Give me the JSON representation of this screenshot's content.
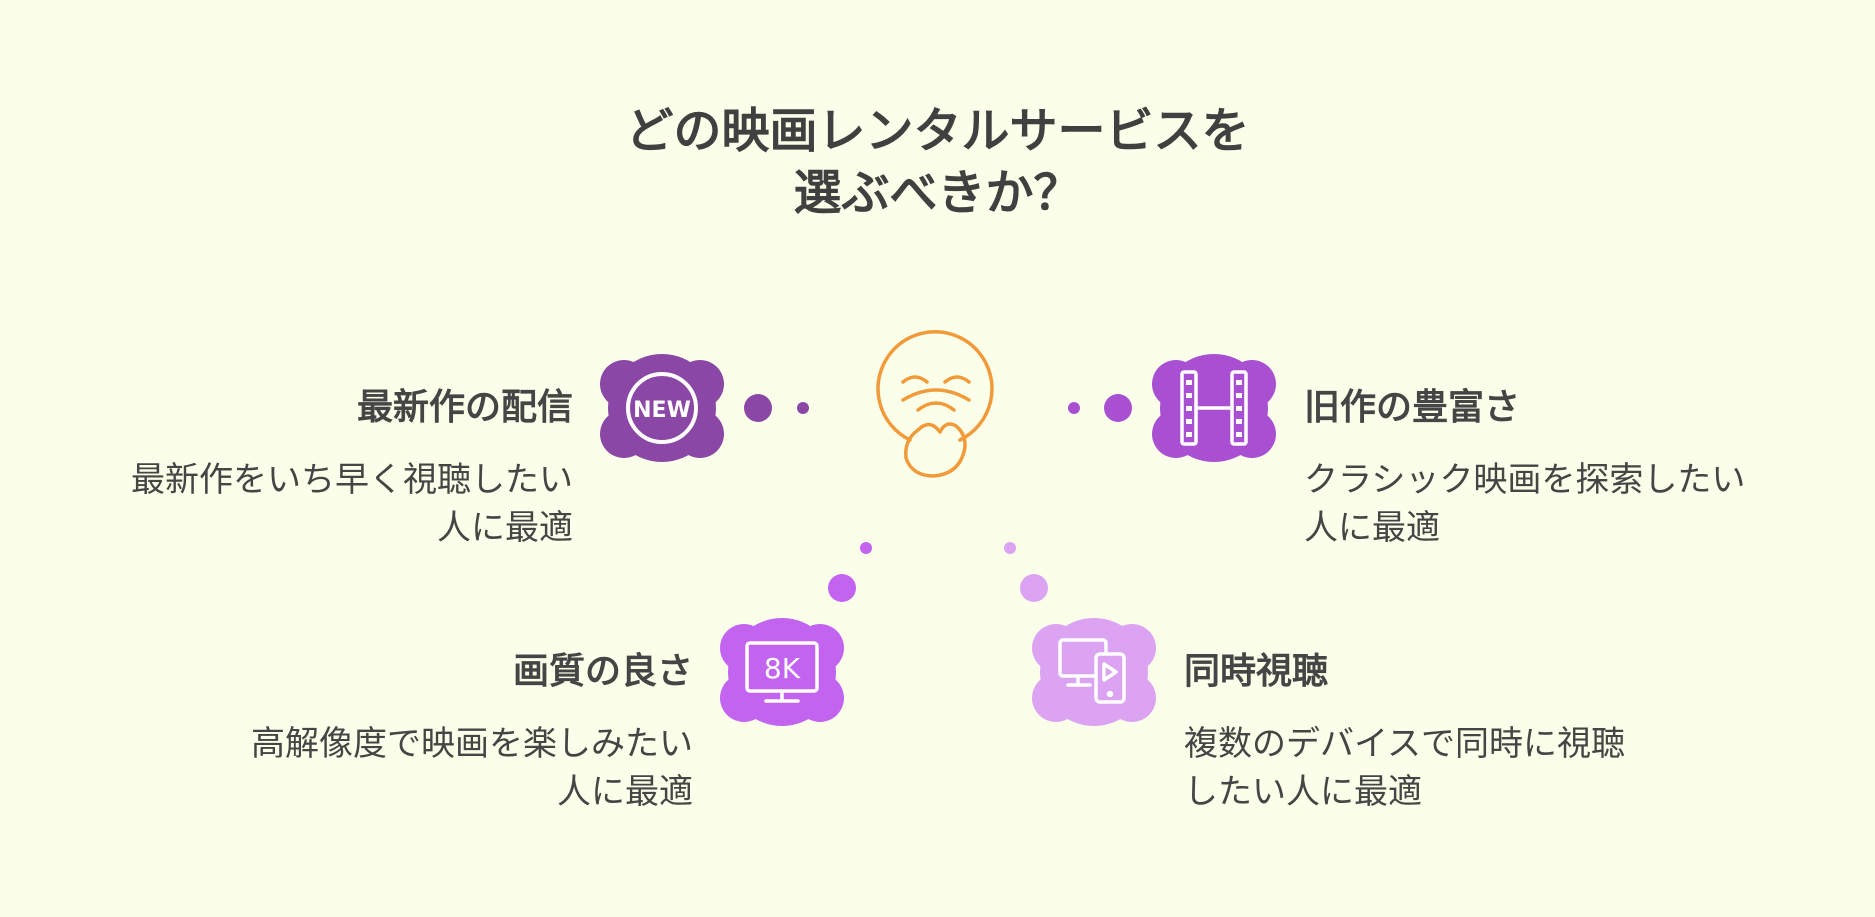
{
  "title": {
    "line1": "どの映画レンタルサービスを",
    "line2": "選ぶべきか？"
  },
  "options": [
    {
      "label": "最新作の配信",
      "desc": [
        "最新作をいち早く視聴したい",
        "人に最適"
      ],
      "icon": "new-badge-icon",
      "color": "#8b47a6"
    },
    {
      "label": "旧作の豊富さ",
      "desc": [
        "クラシック映画を探索したい",
        "人に最適"
      ],
      "icon": "film-strip-icon",
      "color": "#a94fd1"
    },
    {
      "label": "画質の良さ",
      "desc": [
        "高解像度で映画を楽しみたい",
        "人に最適"
      ],
      "icon": "8k-tv-icon",
      "color": "#c264f0"
    },
    {
      "label": "同時視聴",
      "desc": [
        "複数のデバイスで同時に視聴",
        "したい人に最適"
      ],
      "icon": "multi-device-icon",
      "color": "#dca3f3"
    }
  ],
  "center": {
    "icon": "thinking-face-icon",
    "color": "#f29a3a"
  },
  "icon_text": {
    "new": "NEW",
    "eightk": "8K"
  }
}
